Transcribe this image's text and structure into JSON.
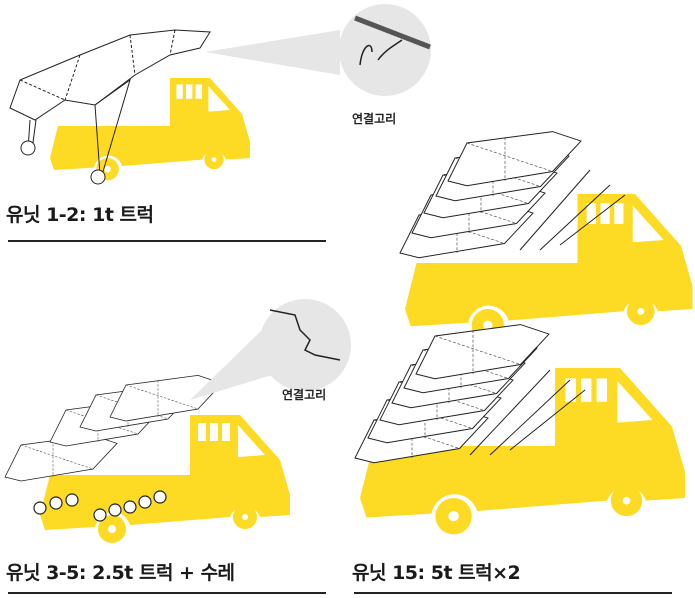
{
  "colors": {
    "truck": "#FDDA24",
    "line": "#222222",
    "callout": "#E6E6E6"
  },
  "panels": [
    {
      "caption": "유닛 1-2: 1t 트럭",
      "callout_label": "연결고리"
    },
    {
      "caption": ""
    },
    {
      "caption": "유닛 3-5: 2.5t 트럭 + 수레",
      "callout_label": "연결고리"
    },
    {
      "caption": "유닛 15: 5t 트럭×2"
    }
  ]
}
